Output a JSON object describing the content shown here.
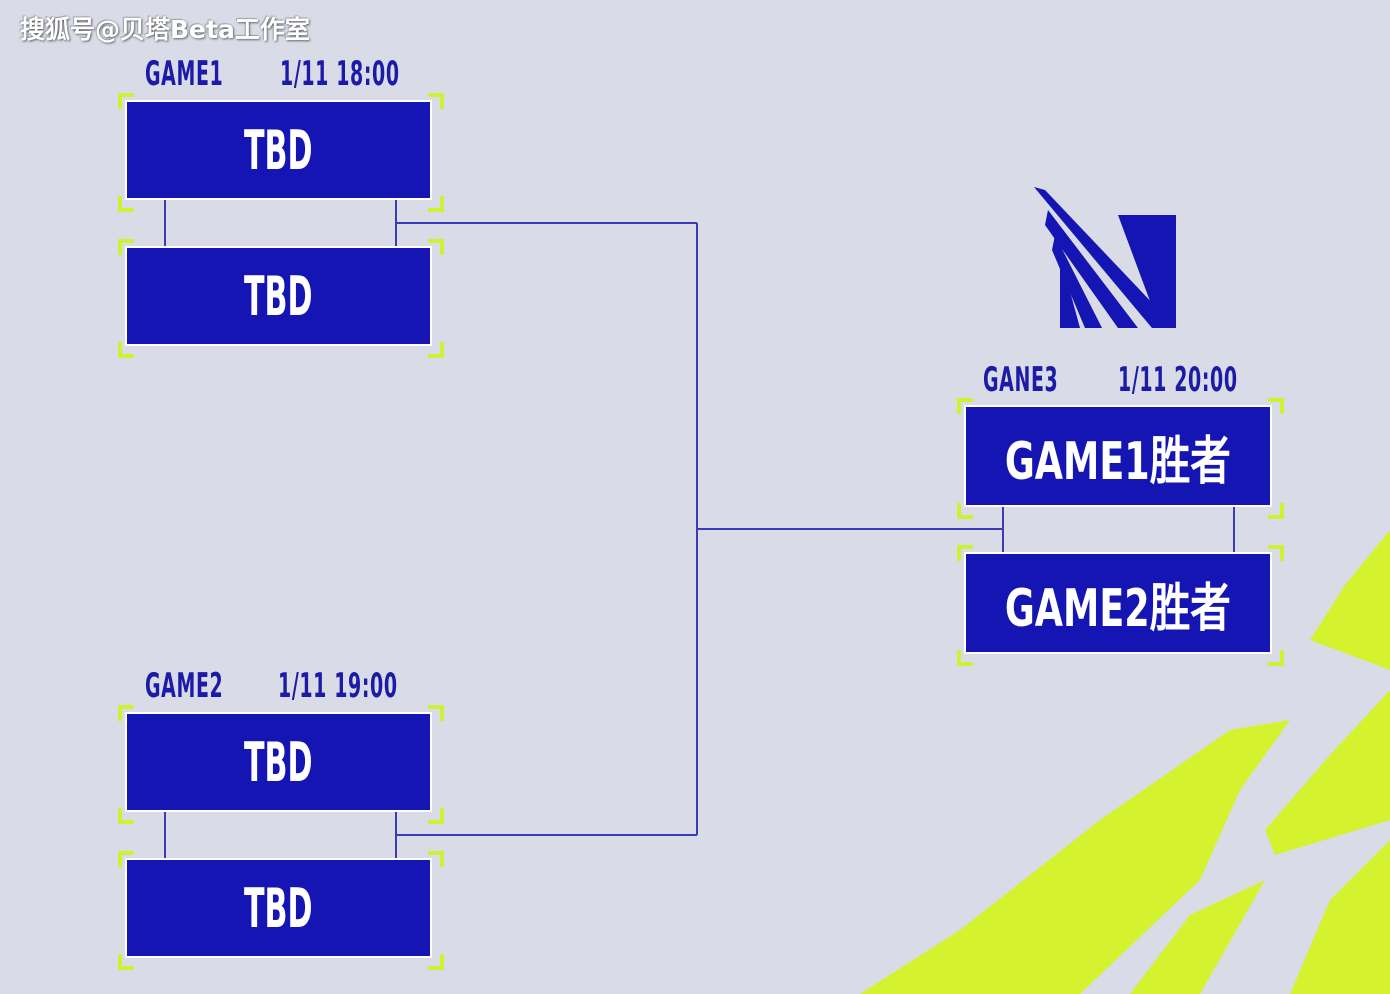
{
  "watermark": "搜狐号@贝塔Beta工作室",
  "colors": {
    "background": "#d9dbe6",
    "box": "#1515b4",
    "accent": "#ccf233",
    "text": "#1b1ba8"
  },
  "games": {
    "game1": {
      "label": "GAME1",
      "time": "1/11  18:00",
      "team_a": "TBD",
      "team_b": "TBD"
    },
    "game2": {
      "label": "GAME2",
      "time": "1/11  19:00",
      "team_a": "TBD",
      "team_b": "TBD"
    },
    "game3": {
      "label": "GANE3",
      "time": "1/11  20:00",
      "team_a": "GAME1胜者",
      "team_b": "GAME2胜者"
    }
  },
  "logo": {
    "icon": "tournament-logo-icon"
  }
}
